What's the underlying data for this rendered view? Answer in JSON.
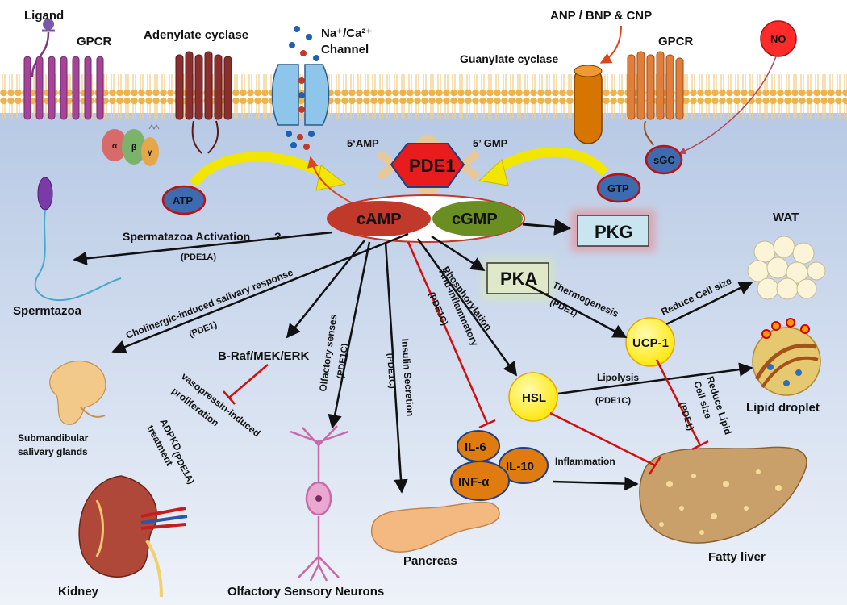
{
  "labels": {
    "ligand": "Ligand",
    "gpcr_left": "GPCR",
    "adenylate_cyclase": "Adenylate cyclase",
    "channel_line1": "Na⁺/Ca²⁺",
    "channel_line2": "Channel",
    "anp": "ANP / BNP & CNP",
    "gpcr_right": "GPCR",
    "guanylate_cyclase": "Guanylate cyclase",
    "no": "NO",
    "sgc": "sGC",
    "gtp": "GTP",
    "atp": "ATP",
    "amp5": "5‘AMP",
    "gmp5": "5’ GMP",
    "pde1": "PDE1",
    "camp": "cAMP",
    "cgmp": "cGMP",
    "pkg": "PKG",
    "pka": "PKA",
    "wat": "WAT",
    "ucp1": "UCP-1",
    "hsl": "HSL",
    "il6": "IL-6",
    "il10": "IL-10",
    "infa": "INF-α",
    "alpha": "α",
    "beta": "β",
    "gamma": "γ",
    "sperm_activation": "Spermatazoa Activation",
    "question": "?",
    "pde1a_sperm": "(PDE1A)",
    "spermatozoa": "Spermtazoa",
    "cholinergic": "Cholinergic-induced salivary response",
    "pde1_saliva": "(PDE1)",
    "submandibular1": "Submandibular",
    "submandibular2": "salivary glands",
    "braf": "B-Raf/MEK/ERK",
    "vasopressin1": "vasopressin-induced",
    "vasopressin2": "proliferation",
    "adpkd1": "ADPKD",
    "adpkd2": "treatment",
    "pde1a_kidney": "(PDE1A)",
    "kidney": "Kidney",
    "olfactory_senses": "Olfactory senses",
    "pde1c_olf": "(PDE1C)",
    "osn": "Olfactory  Sensory Neurons",
    "insulin": "Insulin Secretion",
    "pde1c_ins": "(PDE1C)",
    "pancreas": "Pancreas",
    "anti_inflam": "Anti-inflammatory",
    "pde1c_inflam": "(PDE1C)",
    "phosphorylation": "Phosphorylation",
    "thermogenesis": "Thermogenesis",
    "pde1_thermo": "(PDE1)",
    "reduce_cell_size": "Reduce Cell size",
    "lipolysis": "Lipolysis",
    "pde1c_lipo": "(PDE1C)",
    "lipid_droplet": "Lipid droplet",
    "reduce_lipid1": "Reduce Lipid",
    "reduce_lipid2": "Cell size",
    "pde1_lipid": "(PDE1)",
    "inflammation": "Inflammation",
    "fatty_liver": "Fatty liver"
  },
  "colors": {
    "cytoplasm_top": "#b9cbe6",
    "cytoplasm_bottom": "#e8eef8",
    "lipid_head": "#f0b24a",
    "lipid_tail": "#f2cf8a",
    "camp": "#c0392b",
    "cgmp": "#6b8e23",
    "pde1": "#e81c1c",
    "yellow_arrow": "#f2e600",
    "inhibit": "#d01010",
    "pka_fill": "#dfe8c8",
    "pkg_fill": "#c9e6f0",
    "node_yellow": "#ffee00",
    "cytokine": "#e07b10",
    "adenylate": "#8b2e2e",
    "gpcr_left": "#a6449a",
    "gpcr_right": "#e07e3a",
    "guanylate": "#d67500",
    "channel": "#8ec5ea"
  }
}
